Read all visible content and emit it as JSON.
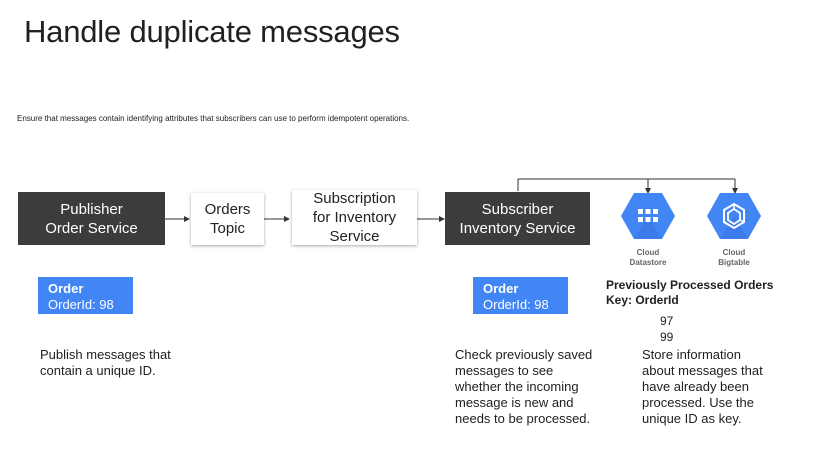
{
  "title": "Handle duplicate messages",
  "subtitle": "Ensure that messages contain identifying attributes that subscribers can use to perform idempotent operations.",
  "boxes": {
    "publisher": "Publisher\nOrder Service",
    "topic": "Orders\nTopic",
    "subscription": "Subscription\nfor Inventory\nService",
    "subscriber": "Subscriber\nInventory Service"
  },
  "order_left": {
    "title": "Order",
    "value": "OrderId: 98"
  },
  "order_right": {
    "title": "Order",
    "value": "OrderId: 98"
  },
  "descriptions": {
    "publish": "Publish messages that\ncontain a unique ID.",
    "check": "Check previously saved\nmessages to see\nwhether the incoming\nmessage is new and\nneeds to be processed.",
    "store": "Store information\nabout messages that\nhave already been\nprocessed. Use the\nunique ID as key."
  },
  "icons": {
    "datastore": {
      "name": "cloud-datastore-icon",
      "label": "Cloud\nDatastore"
    },
    "bigtable": {
      "name": "cloud-bigtable-icon",
      "label": "Cloud\nBigtable"
    }
  },
  "processed": {
    "title": "Previously Processed Orders\nKey: OrderId",
    "values": [
      "97",
      "99"
    ]
  },
  "colors": {
    "dark_box": "#3c3c3c",
    "order_blue": "#4285f4",
    "gcp_blue": "#4285f4"
  }
}
